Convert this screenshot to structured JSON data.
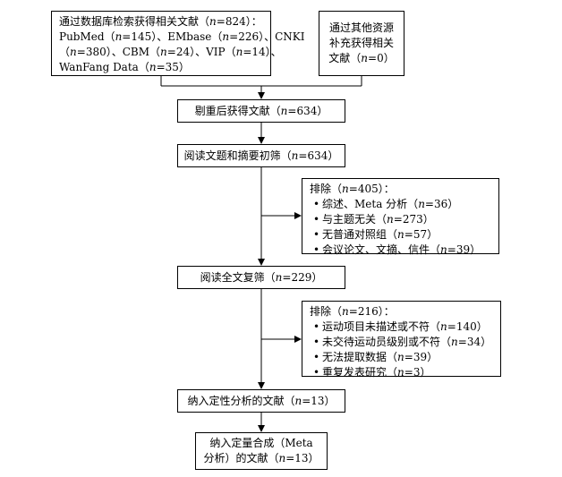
{
  "sources": {
    "databases": [
      "通过数据库检索获得相关文献（n=824）：",
      "PubMed（n=145）、EMbase（n=226）、CNKI",
      "（n=380）、CBM（n=24）、VIP（n=14）、",
      "WanFang Data（n=35）"
    ],
    "other": [
      "通过其他资源",
      "补充获得相关",
      "文献（n=0）"
    ]
  },
  "steps": {
    "dedup": "剔重后获得文献（n=634）",
    "screen": "阅读文题和摘要初筛（n=634）",
    "fulltext": "阅读全文复筛（n=229）",
    "qualitative": "纳入定性分析的文献（n=13）",
    "quantitative": [
      "纳入定量合成（Meta",
      "分析）的文献（n=13）"
    ]
  },
  "exclusions": {
    "first": {
      "title": "排除（n=405）：",
      "items": [
        "综述、Meta 分析（n=36）",
        "与主题无关（n=273）",
        "无普通对照组（n=57）",
        "会议论文、文摘、信件（n=39）"
      ]
    },
    "second": {
      "title": "排除（n=216）：",
      "items": [
        "运动项目未描述或不符（n=140）",
        "未交待运动员级别或不符（n=34）",
        "无法提取数据（n=39）",
        "重复发表研究（n=3）"
      ]
    }
  }
}
